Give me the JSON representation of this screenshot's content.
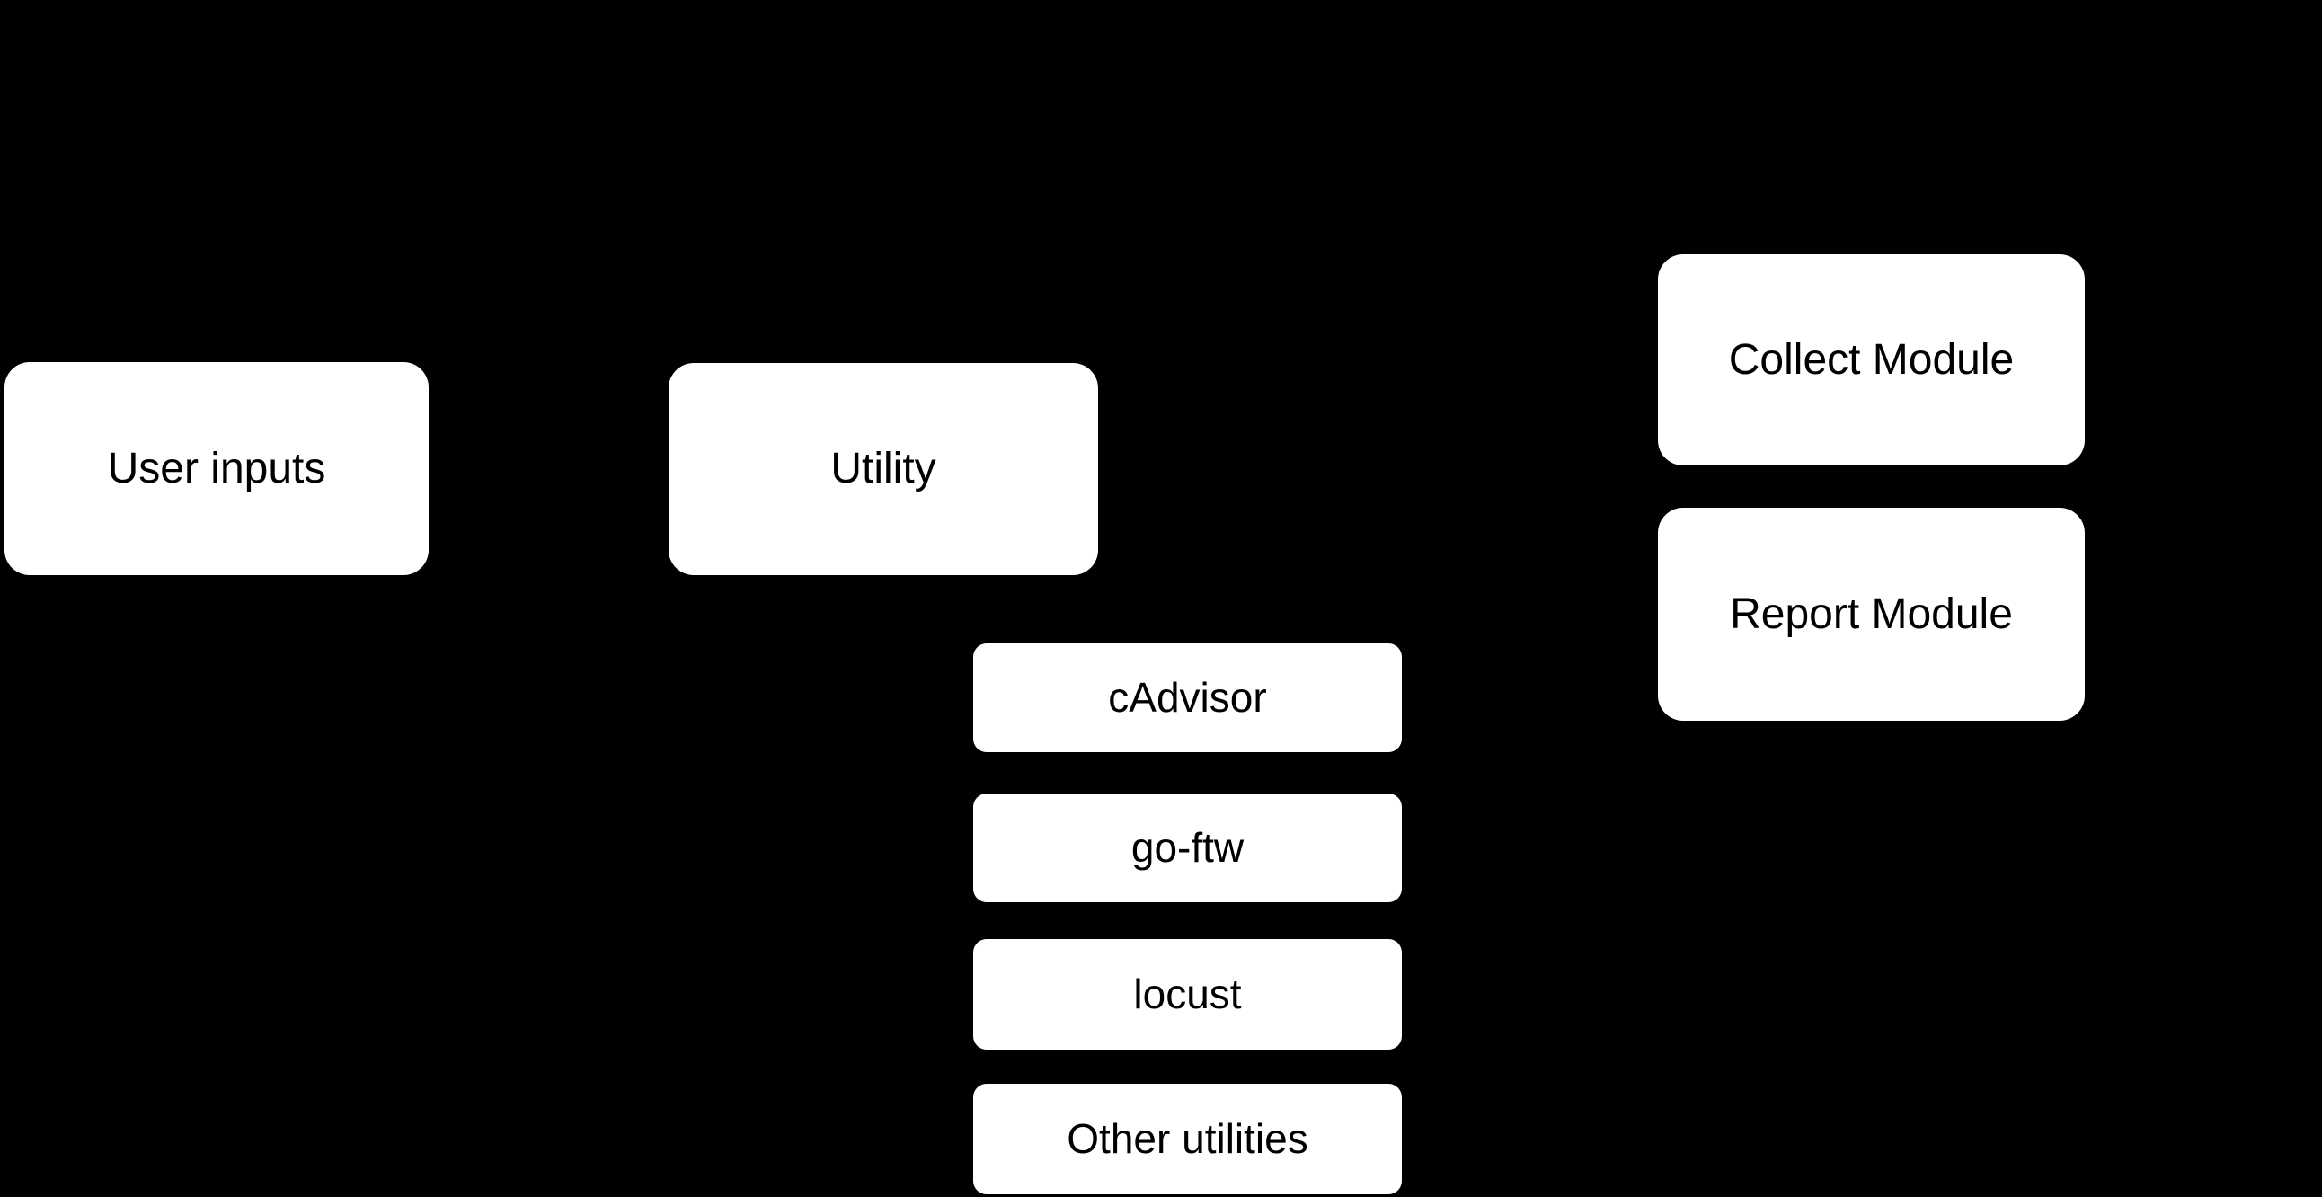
{
  "diagram": {
    "type": "flowchart",
    "colors": {
      "background": "#000000",
      "node_fill": "#ffffff",
      "node_text": "#000000"
    },
    "nodes": {
      "user_inputs": {
        "label": "User inputs"
      },
      "utility": {
        "label": "Utility"
      },
      "collect_module": {
        "label": "Collect Module"
      },
      "report_module": {
        "label": "Report Module"
      },
      "cadvisor": {
        "label": "cAdvisor"
      },
      "go_ftw": {
        "label": "go-ftw"
      },
      "locust": {
        "label": "locust"
      },
      "other_utilities": {
        "label": "Other utilities"
      }
    }
  }
}
